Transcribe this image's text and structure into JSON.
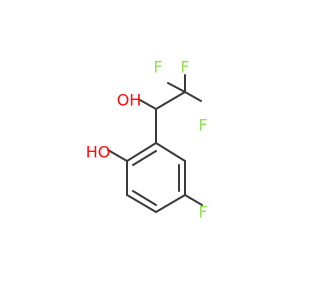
{
  "molecule": {
    "atom_labels": {
      "o_alcohol": "OH",
      "o_phenol": "HO",
      "f_cf3_top": "F",
      "f_cf3_left": "F",
      "f_cf3_right": "F",
      "f_ring": "F"
    },
    "colors": {
      "bond": "#3a3a3a",
      "oxygen": "#ff0d0d",
      "fluorine": "#90e050"
    }
  }
}
